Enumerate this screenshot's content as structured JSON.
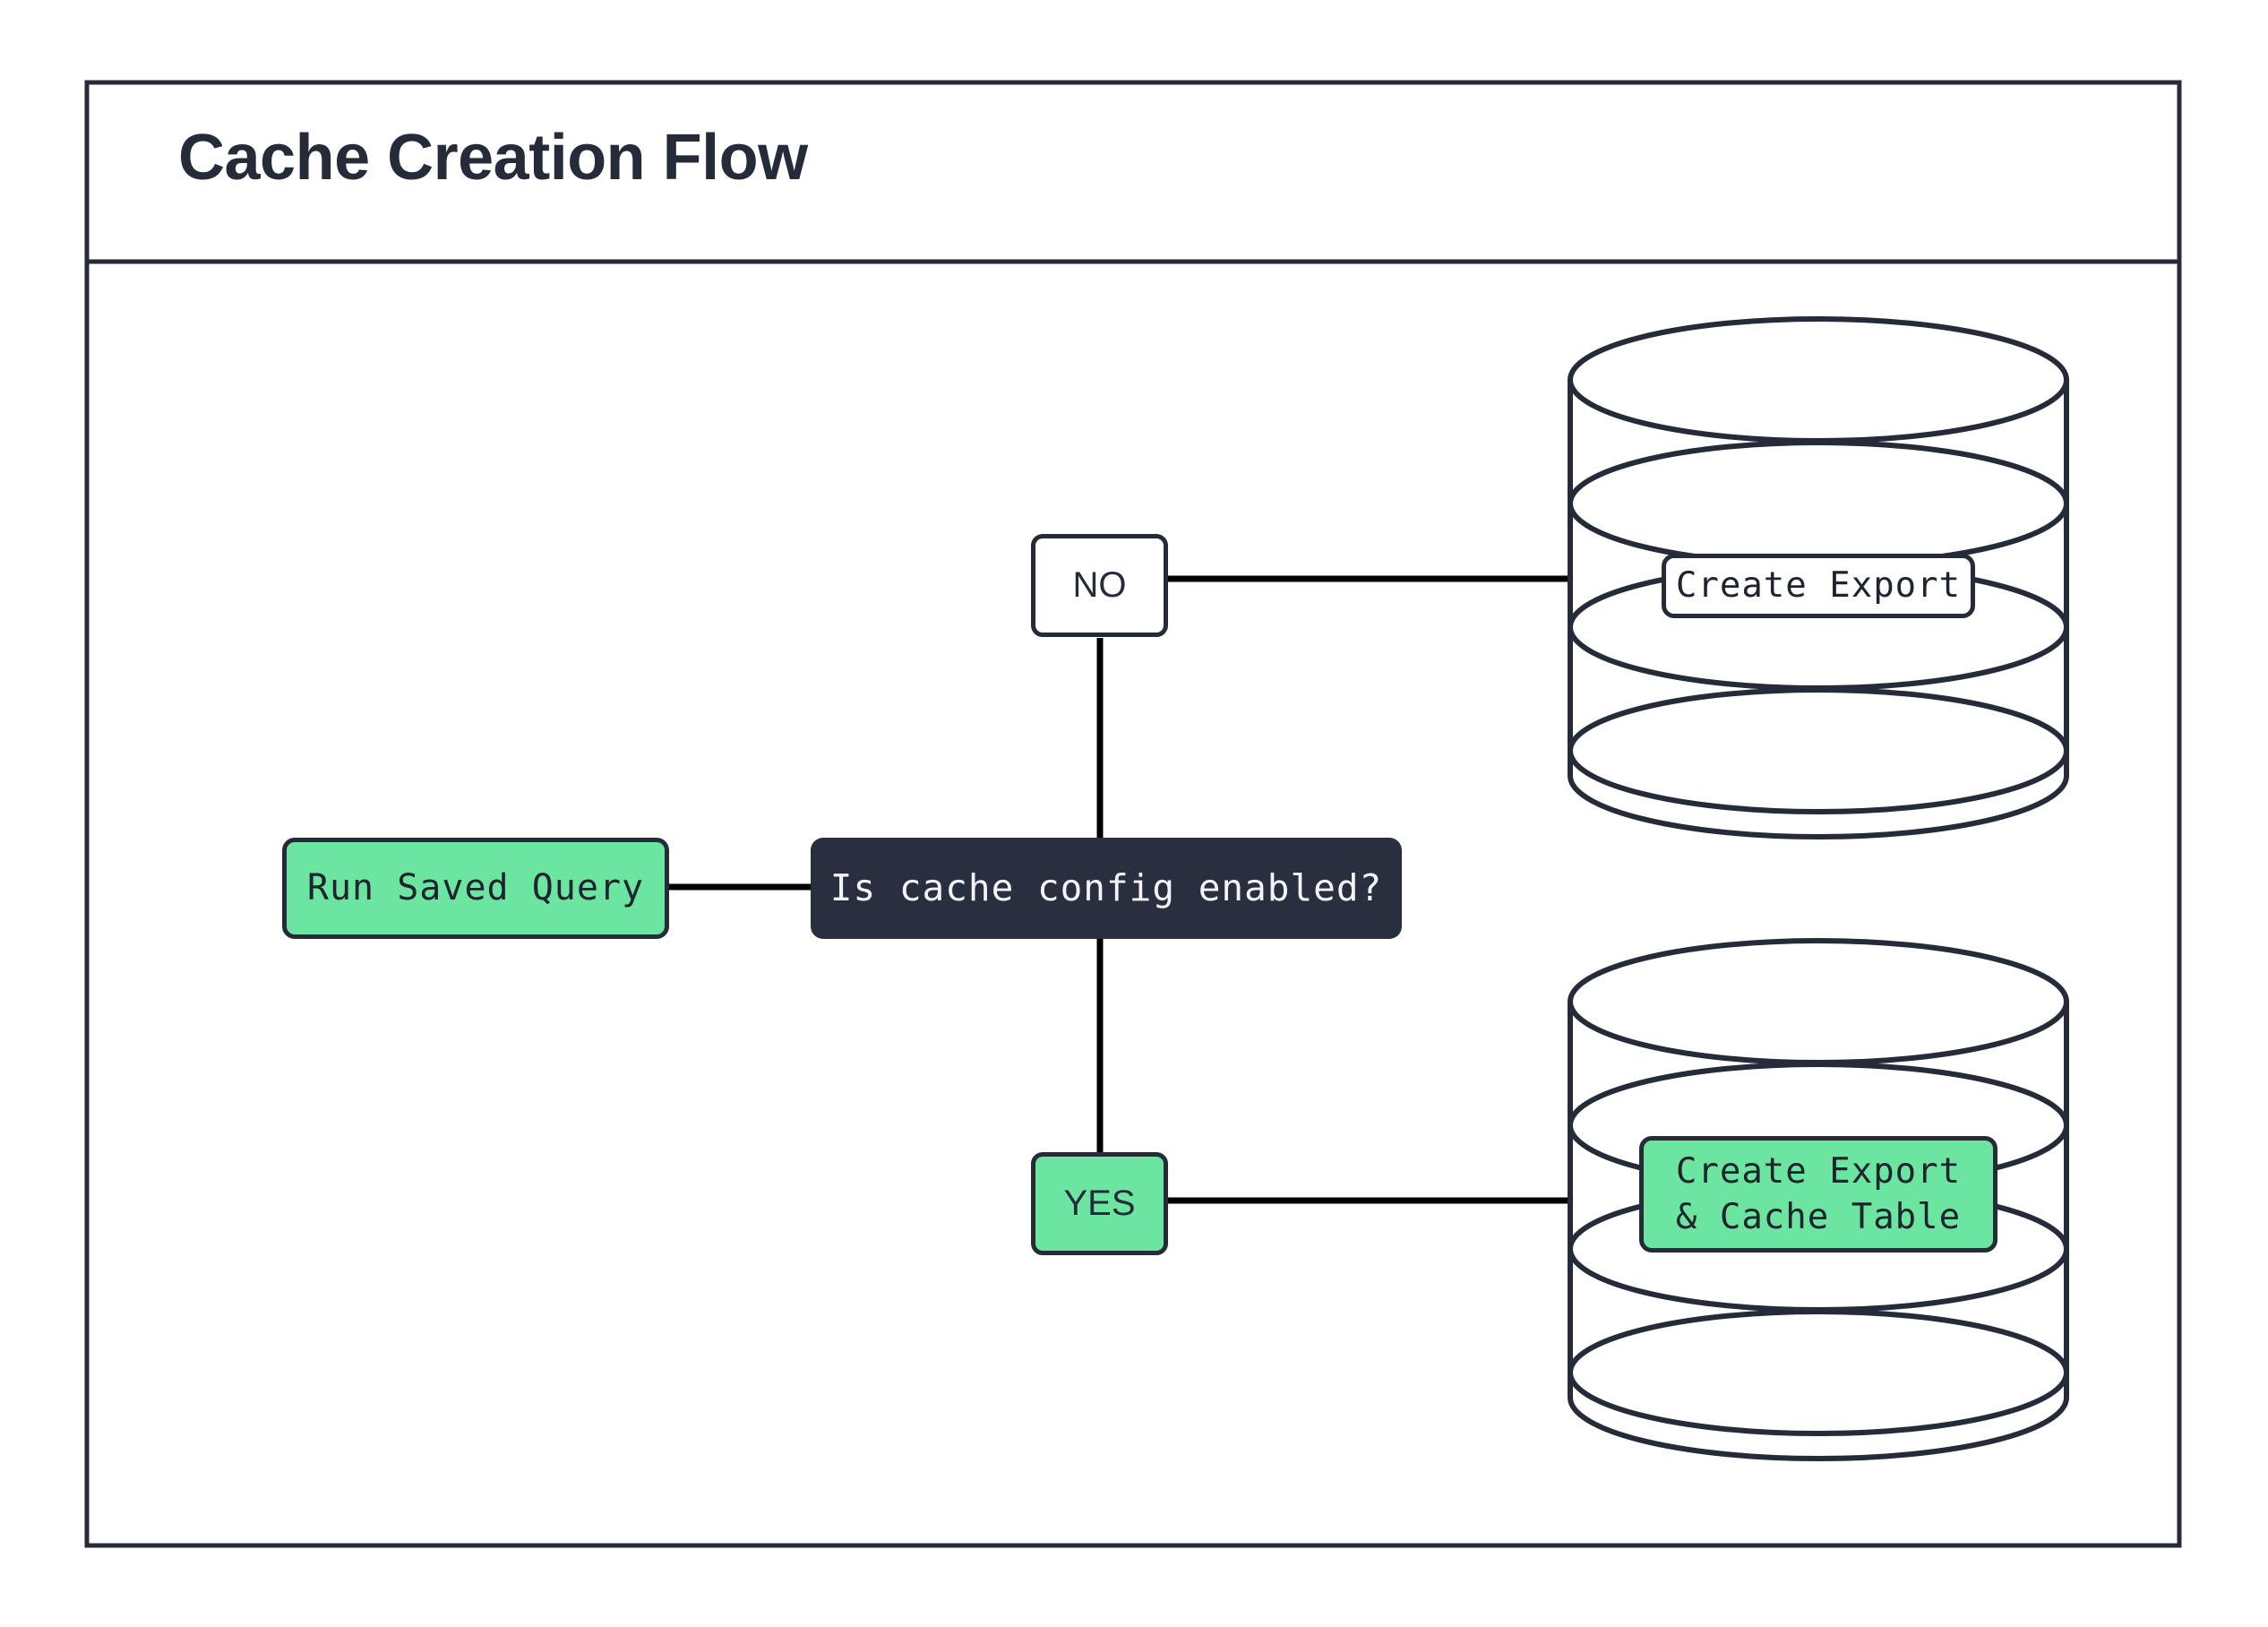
{
  "diagram": {
    "title": "Cache Creation Flow",
    "frame": {
      "border_color": "#262b3a",
      "background": "#ffffff"
    },
    "palette": {
      "accent_green": "#6ce5a0",
      "dark_navy": "#2a2f3f",
      "stroke": "#262b3a",
      "connector": "#000000",
      "light_text": "#f2f4f7"
    },
    "nodes": {
      "start": {
        "label": "Run Saved Query",
        "fill": "#6ce5a0",
        "shape": "rounded-rect"
      },
      "decision": {
        "label": "Is cache config enabled?",
        "fill": "#2a2f3f",
        "shape": "rounded-rect"
      },
      "branch_no": {
        "label": "NO",
        "fill": "#ffffff",
        "shape": "rounded-rect"
      },
      "branch_yes": {
        "label": "YES",
        "fill": "#6ce5a0",
        "shape": "rounded-rect"
      },
      "db_top": {
        "label": "Create Export",
        "fill": "#ffffff",
        "shape": "cylinder"
      },
      "db_bottom": {
        "label": "Create Export\n& Cache Table",
        "fill": "#6ce5a0",
        "shape": "cylinder"
      }
    },
    "edges": [
      {
        "from": "start",
        "to": "decision"
      },
      {
        "from": "decision",
        "to": "branch_no"
      },
      {
        "from": "decision",
        "to": "branch_yes"
      },
      {
        "from": "branch_no",
        "to": "db_top"
      },
      {
        "from": "branch_yes",
        "to": "db_bottom"
      }
    ]
  }
}
